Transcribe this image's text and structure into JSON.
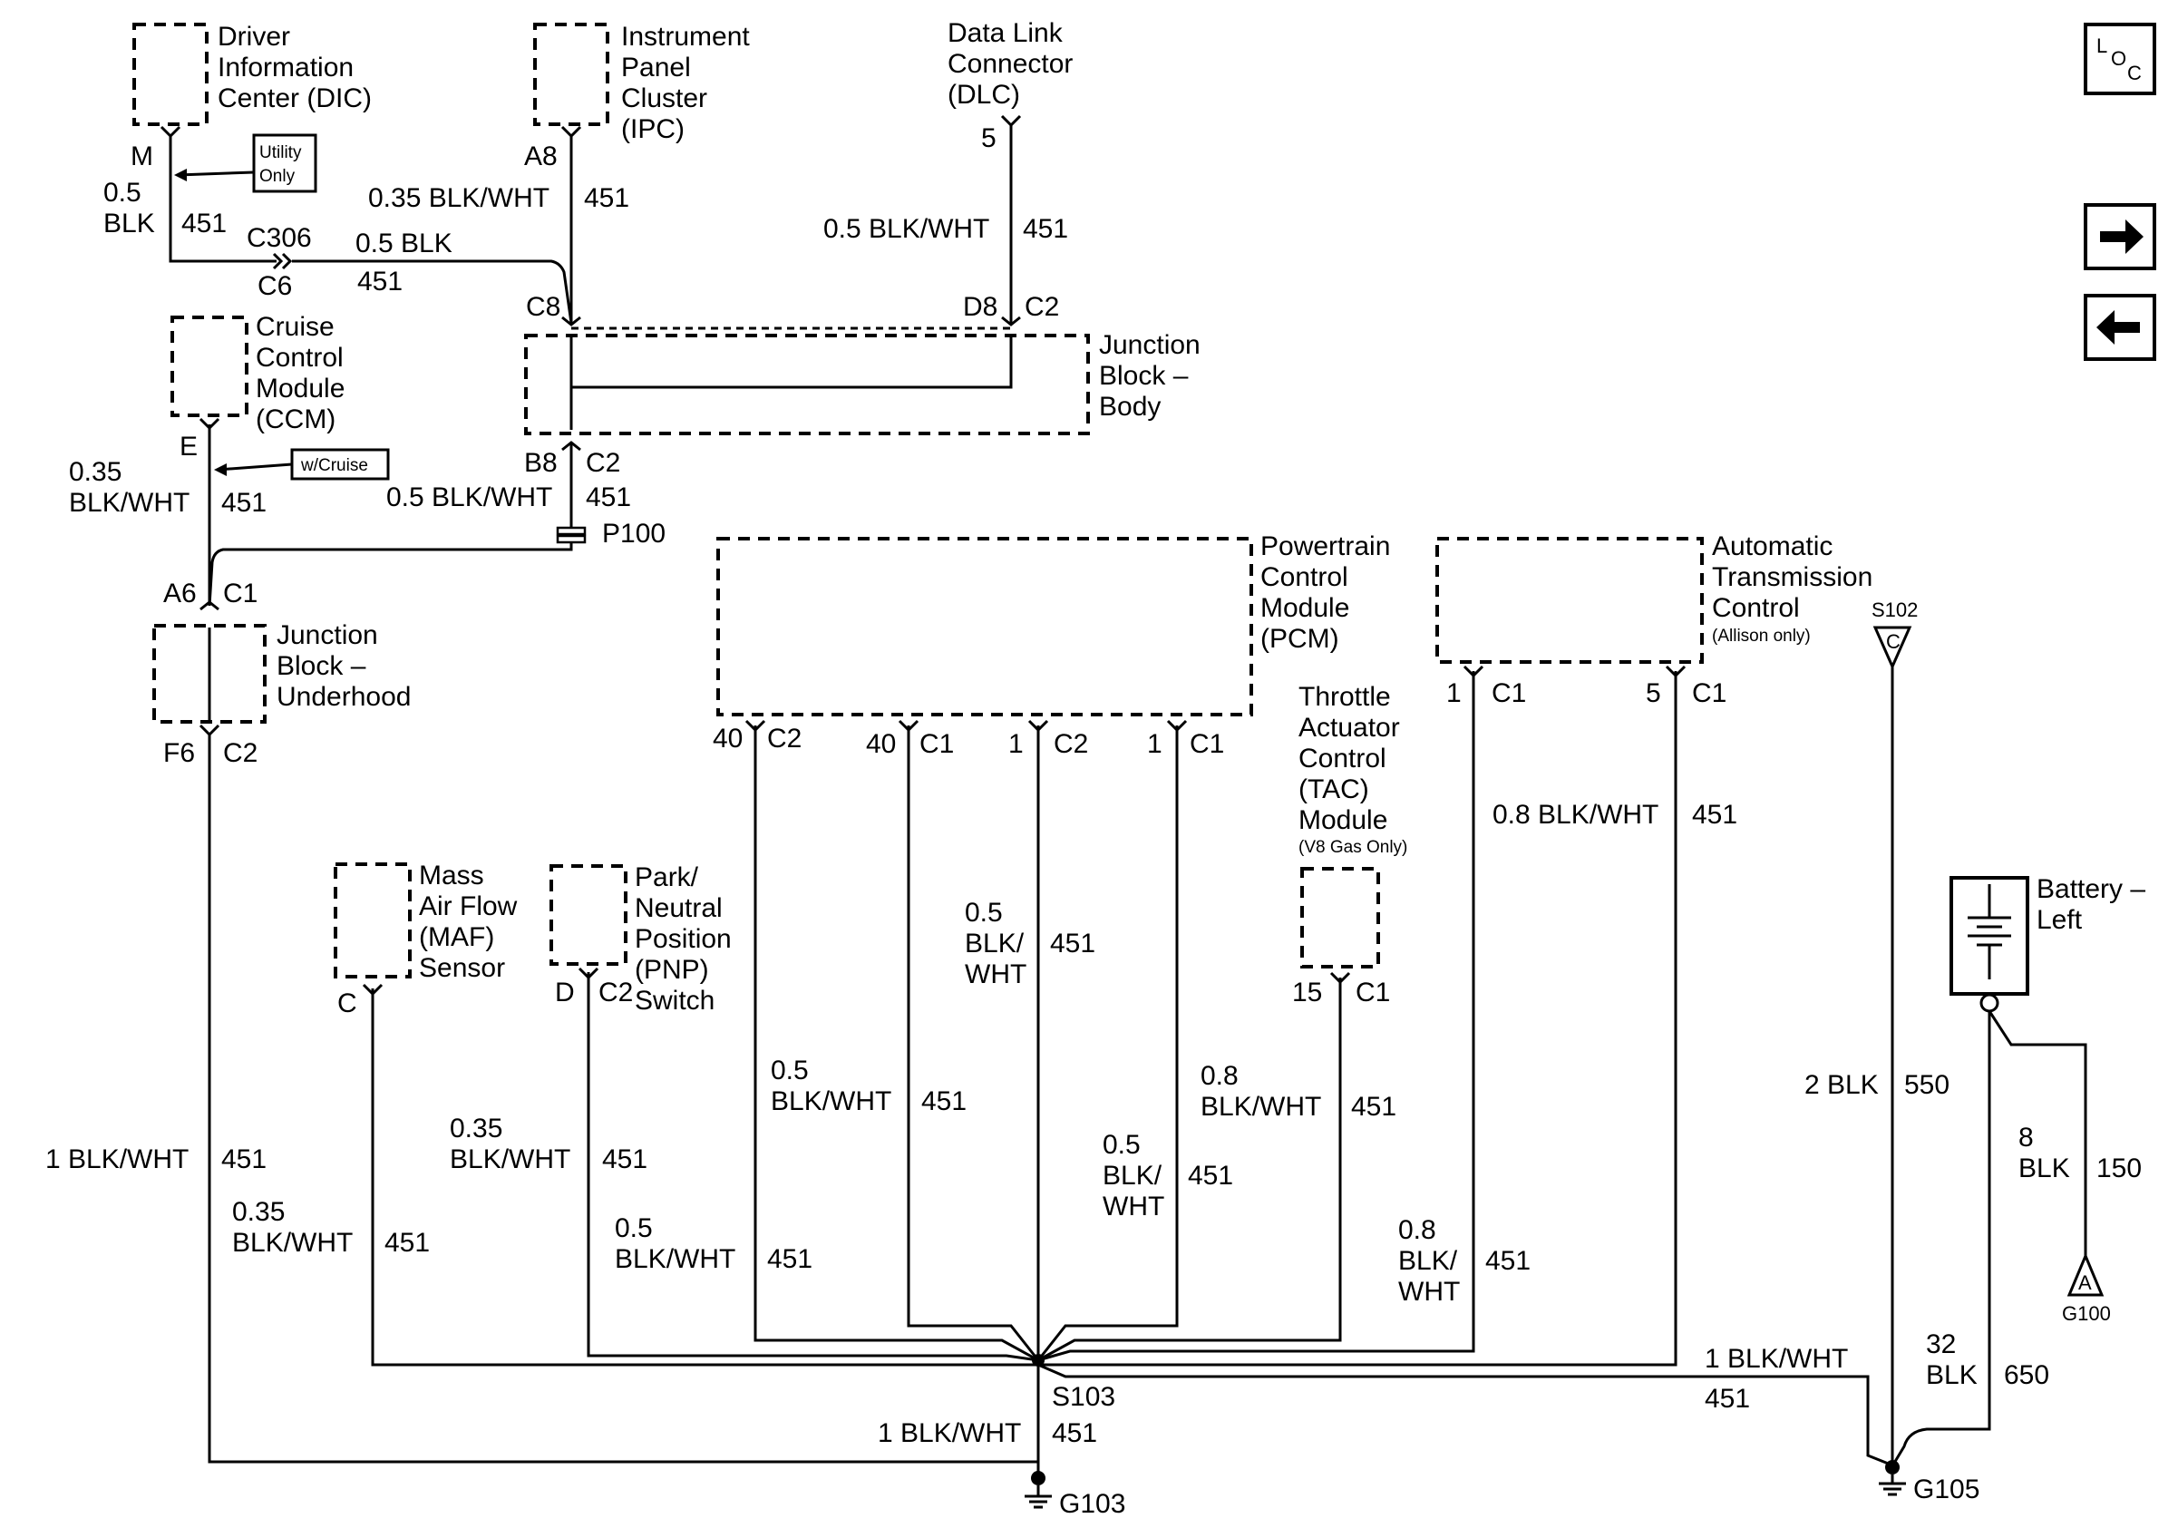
{
  "nav": {
    "loc_l": "L",
    "loc_o": "O",
    "loc_c": "C"
  },
  "components": {
    "dic": [
      "Driver",
      "Information",
      "Center (DIC)"
    ],
    "ipc": [
      "Instrument",
      "Panel",
      "Cluster",
      "(IPC)"
    ],
    "dlc": [
      "Data Link",
      "Connector",
      "(DLC)"
    ],
    "ccm": [
      "Cruise",
      "Control",
      "Module",
      "(CCM)"
    ],
    "jbb": [
      "Junction",
      "Block –",
      "Body"
    ],
    "jbu": [
      "Junction",
      "Block –",
      "Underhood"
    ],
    "pcm": [
      "Powertrain",
      "Control",
      "Module",
      "(PCM)"
    ],
    "atc": [
      "Automatic",
      "Transmission",
      "Control"
    ],
    "atc_note": "(Allison only)",
    "tac": [
      "Throttle",
      "Actuator",
      "Control",
      "(TAC)",
      "Module"
    ],
    "tac_note": "(V8 Gas Only)",
    "maf": [
      "Mass",
      "Air Flow",
      "(MAF)",
      "Sensor"
    ],
    "pnp": [
      "Park/",
      "Neutral",
      "Position",
      "(PNP)",
      "Switch"
    ],
    "battery": [
      "Battery –",
      "Left"
    ]
  },
  "notes": {
    "utility": [
      "Utility",
      "Only"
    ],
    "cruise": "w/Cruise"
  },
  "pins": {
    "dic_m": "M",
    "ipc_a8": "A8",
    "dlc_5": "5",
    "c306": "C306",
    "c6": "C6",
    "jbb_c8": "C8",
    "jbb_d8": "D8",
    "jbb_c2": "C2",
    "ccm_e": "E",
    "jbb_b8": "B8",
    "jbb_b8c2": "C2",
    "p100": "P100",
    "jbu_a6": "A6",
    "jbu_c1": "C1",
    "jbu_f6": "F6",
    "jbu_c2": "C2",
    "pcm_40a": "40",
    "pcm_c2a": "C2",
    "pcm_40b": "40",
    "pcm_c1a": "C1",
    "pcm_1a": "1",
    "pcm_c2b": "C2",
    "pcm_1b": "1",
    "pcm_c1b": "C1",
    "atc_1": "1",
    "atc_c1a": "C1",
    "atc_5": "5",
    "atc_c1b": "C1",
    "tac_15": "15",
    "tac_c1": "C1",
    "maf_c": "C",
    "pnp_d": "D",
    "pnp_c2": "C2"
  },
  "splices": {
    "s102": "S102",
    "s102_c": "C",
    "s103": "S103",
    "g103": "G103",
    "g105": "G105",
    "g100": "G100",
    "g100_a": "A"
  },
  "wires": {
    "dic_size": [
      "0.5",
      "BLK"
    ],
    "dic_circ": "451",
    "c306_size": "0.5 BLK",
    "c306_circ": "451",
    "ipc_size": "0.35 BLK/WHT",
    "ipc_circ": "451",
    "dlc_size": "0.5 BLK/WHT",
    "dlc_circ": "451",
    "ccm_size": [
      "0.35",
      "BLK/WHT"
    ],
    "ccm_circ": "451",
    "b8_size": "0.5 BLK/WHT",
    "b8_circ": "451",
    "f6_size": "1 BLK/WHT",
    "f6_circ": "451",
    "maf_size": [
      "0.35",
      "BLK/WHT"
    ],
    "maf_circ": "451",
    "pnp_size": [
      "0.35",
      "BLK/WHT"
    ],
    "pnp_circ": "451",
    "p40c2_size": [
      "0.5",
      "BLK/WHT"
    ],
    "p40c2_circ": "451",
    "p40c1_size": [
      "0.5",
      "BLK/WHT"
    ],
    "p40c1_circ": "451",
    "p1c2_size": [
      "0.5",
      "BLK/",
      "WHT"
    ],
    "p1c2_circ": "451",
    "p1c1_size": [
      "0.5",
      "BLK/",
      "WHT"
    ],
    "p1c1_circ": "451",
    "tac_size": [
      "0.8",
      "BLK/WHT"
    ],
    "tac_circ": "451",
    "atc1_size": [
      "0.8",
      "BLK/",
      "WHT"
    ],
    "atc1_circ": "451",
    "atc5_size": "0.8 BLK/WHT",
    "atc5_circ": "451",
    "s102_size": "2 BLK",
    "s102_circ": "550",
    "batt_size": [
      "8",
      "BLK"
    ],
    "batt_circ": "150",
    "g105a_size": "1 BLK/WHT",
    "g105a_circ": "451",
    "g105b_size": [
      "32",
      "BLK"
    ],
    "g105b_circ": "650",
    "g103_size": "1 BLK/WHT",
    "g103_circ": "451"
  }
}
